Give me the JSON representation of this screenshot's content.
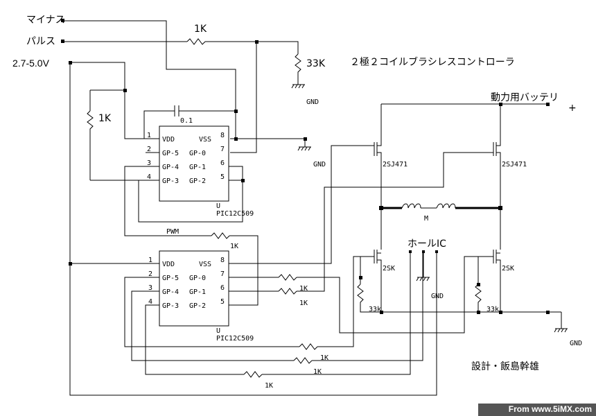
{
  "labels": {
    "minus": "マイナス",
    "pulse": "パルス",
    "supply": "2.7-5.0V",
    "r_top": "1K",
    "r_33k": "33K",
    "gnd": "GND",
    "title": "２極２コイルブラシレスコントローラ",
    "battery": "動力用バッテリ",
    "plus": "+",
    "r_left": "1K",
    "cap": "0.1",
    "pwm": "PWM",
    "r_pwm": "1K",
    "mosfet_p": "2SJ471",
    "mosfet_n": "2SK",
    "motor": "M",
    "hall": "ホールIC",
    "r_33k_small": "33k",
    "r_gate": "1K",
    "chip_sub": "U",
    "chip_name": "PIC12C509",
    "designer": "設計・飯島幹雄"
  },
  "pins": {
    "left": [
      {
        "num": "1",
        "name": "VDD"
      },
      {
        "num": "2",
        "name": "GP-5"
      },
      {
        "num": "3",
        "name": "GP-4"
      },
      {
        "num": "4",
        "name": "GP-3"
      }
    ],
    "right": [
      {
        "num": "8",
        "name": "VSS"
      },
      {
        "num": "7",
        "name": "GP-0"
      },
      {
        "num": "6",
        "name": "GP-1"
      },
      {
        "num": "5",
        "name": "GP-2"
      }
    ]
  },
  "footer": {
    "source": "From www.5iMX.com"
  }
}
